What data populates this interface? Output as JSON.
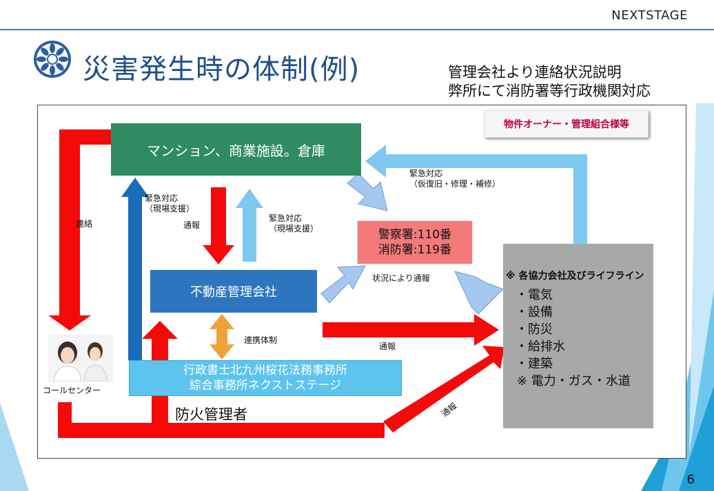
{
  "header": {
    "brand": "NEXTSTAGE",
    "title": "災害発生時の体制(例)",
    "note_line1": "管理会社より連絡状況説明",
    "note_line2": "弊所にて消防署等行政機関対応"
  },
  "nodes": {
    "owner": "物件オーナー・管理組合様等",
    "mansion": "マンション、商業施設。倉庫",
    "police_line1": "警察署:110番",
    "police_line2": "消防署:119番",
    "real_estate": "不動産管理会社",
    "office_line1": "行政書士北九州桜花法務事務所",
    "office_line2": "綜合事務所ネクストステージ",
    "call_center": "コールセンター",
    "fire_manager": "防火管理者",
    "partners": {
      "title": "※ 各協力会社及びライフライン",
      "items": [
        "・電気",
        "・設備",
        "・防災",
        "・給排水",
        "・建築"
      ],
      "footer": "※ 電力・ガス・水道"
    }
  },
  "labels": {
    "renraku": "連絡",
    "emergency_support_a_1": "緊急対応",
    "emergency_support_a_2": "（現場支援）",
    "tsuho_down": "通報",
    "emergency_support_b_1": "緊急対応",
    "emergency_support_b_2": "（現場支援）",
    "emergency_repair_1": "緊急対応",
    "emergency_repair_2": "（仮復旧・修理・補修）",
    "situation_report": "状況により通報",
    "cooperation": "連携体制",
    "tsuho_right": "通報",
    "tsuho_diag": "通報"
  },
  "colors": {
    "title_blue": "#1f4f8a",
    "arrow_red": "#f50a0a",
    "arrow_light_blue": "#7fc8ef",
    "arrow_dark_blue": "#1a6cb8",
    "arrow_orange": "#f0a23a",
    "arrow_pale_blue": "#a6c7ef",
    "mansion_green": "#2f8c62",
    "police_pink": "#f47a7a",
    "realestate_blue": "#2d76bf",
    "office_cyan": "#5cc4ef",
    "partner_gray": "#a8a8a8"
  },
  "page_number": "6",
  "icons": {
    "logo": "sakura-emblem-icon",
    "call_center": "headset-operators-icon"
  }
}
